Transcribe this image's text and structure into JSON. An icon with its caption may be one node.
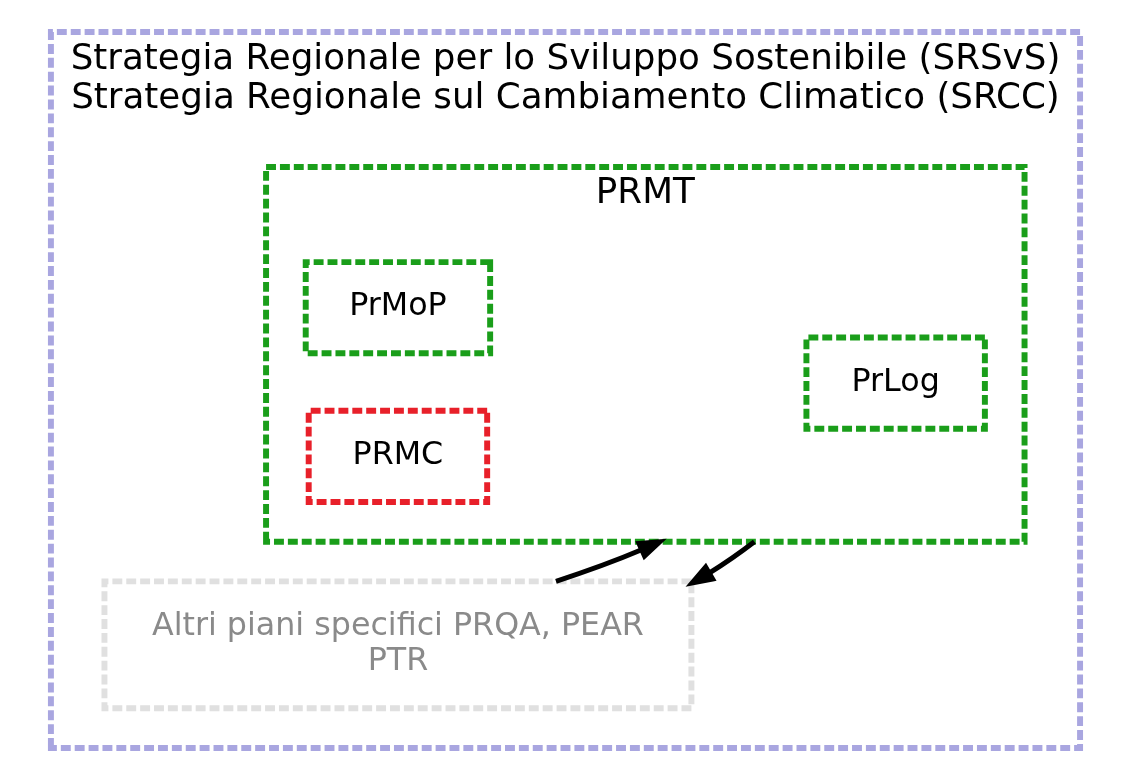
{
  "diagram": {
    "nodes": [
      {
        "text": [
          "Strategia Regionale per lo Sviluppo Sostenibile (SRSvS)",
          "Strategia Regionale sul Cambiamento Climatico (SRCC)"
        ]
      },
      {
        "text": [
          "Altri piani specifici PRQA, PEAR",
          "PTR"
        ],
        "in": 0
      },
      {
        "text": [
          "PRMT"
        ],
        "in": 0
      },
      {
        "text": [
          "PrLog"
        ],
        "in": 2
      },
      {
        "text": [
          "PrMoP"
        ],
        "in": 2
      },
      {
        "text": [
          "PRMC"
        ],
        "in": 2
      }
    ],
    "edges": [
      {
        "from": 1,
        "to": 2,
        "arrow": "to"
      },
      {
        "from": 2,
        "to": 1,
        "arrow": "to"
      }
    ]
  }
}
